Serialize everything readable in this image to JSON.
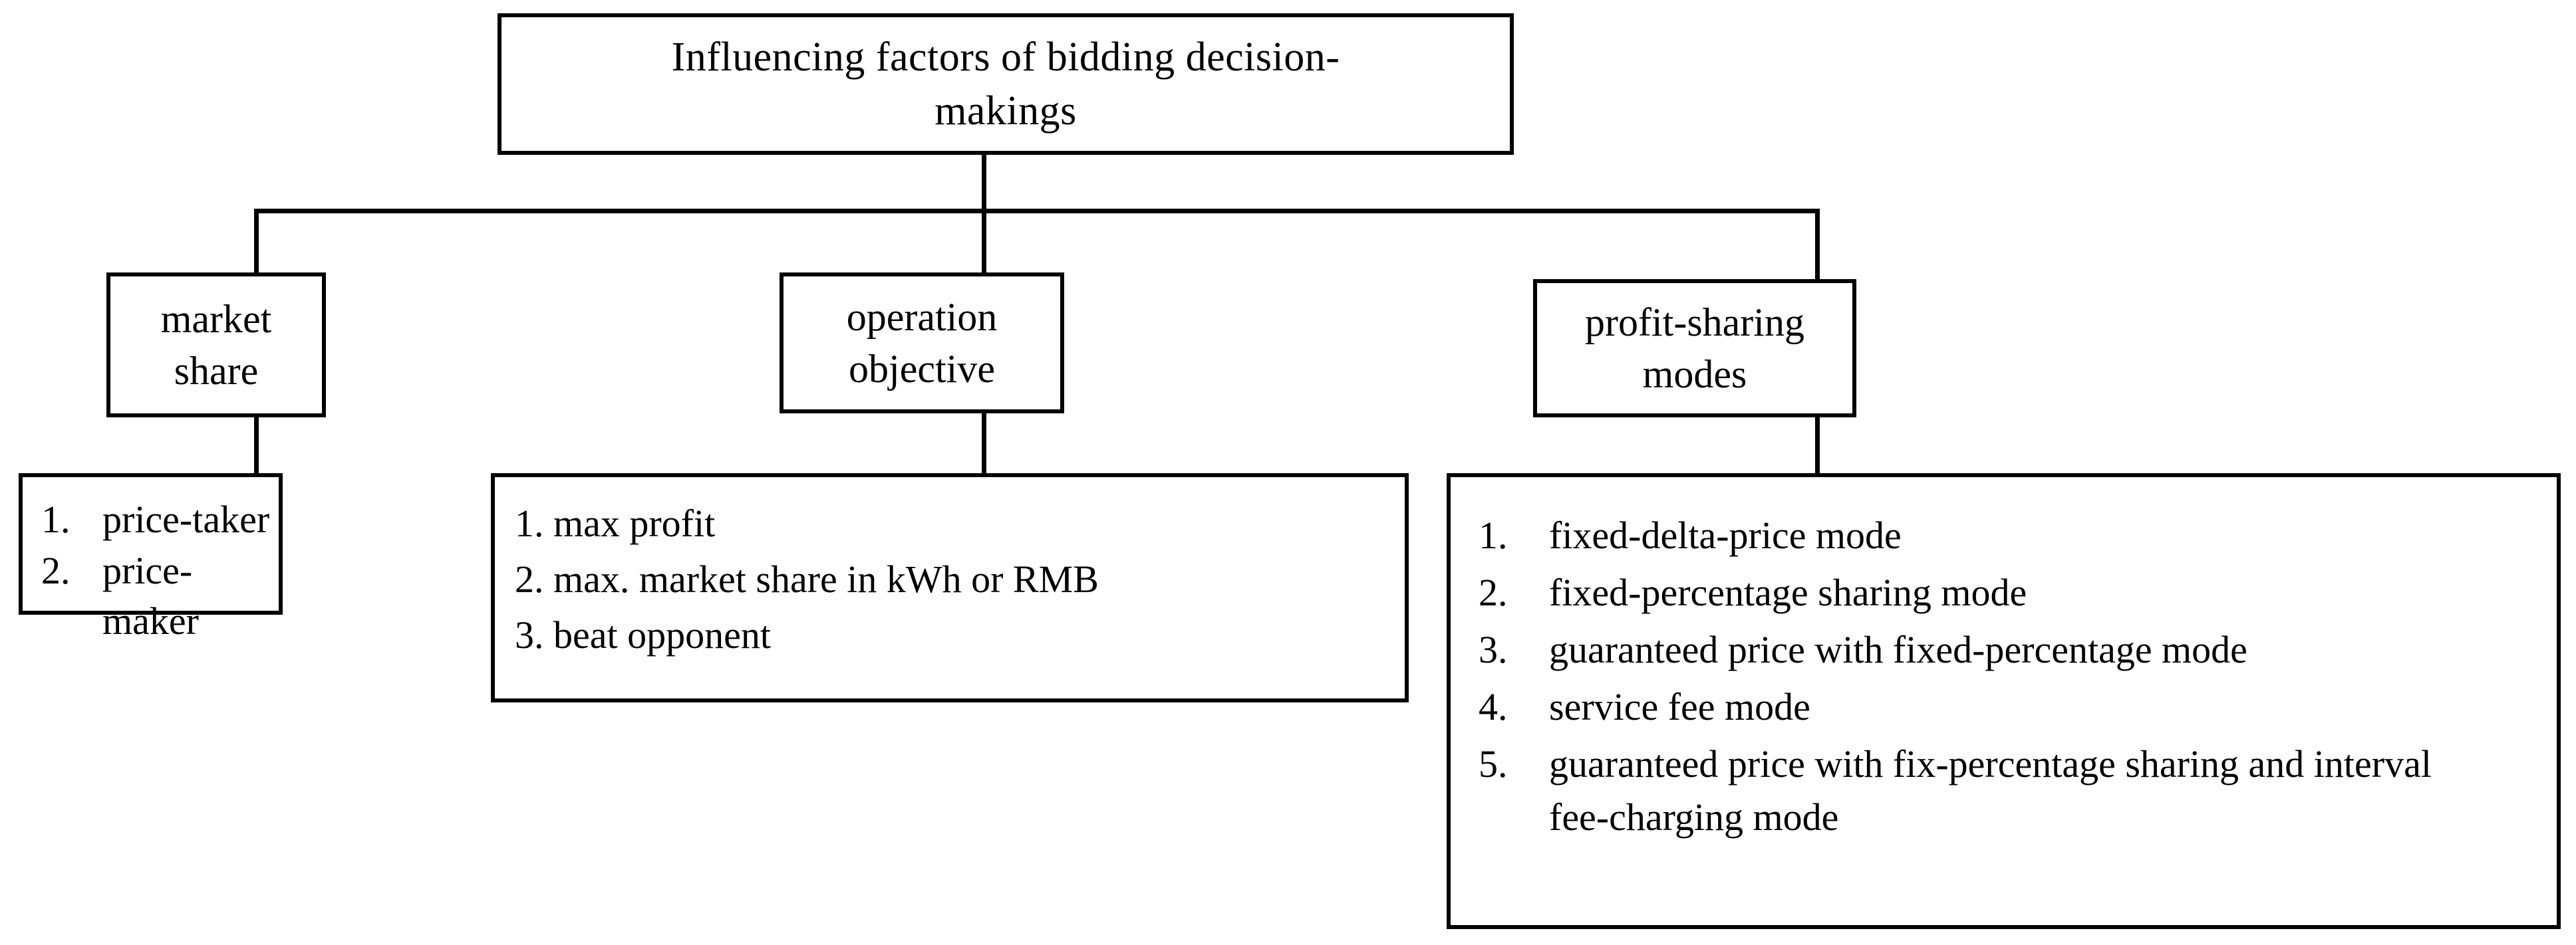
{
  "diagram": {
    "root": {
      "lines": [
        "Influencing  factors of bidding  decision-",
        "makings"
      ]
    },
    "branches": [
      {
        "id": "market-share",
        "title_lines": [
          "market",
          "share"
        ],
        "items": [
          {
            "num": "1.",
            "text": "price-taker"
          },
          {
            "num": "2.",
            "text": "price-maker"
          }
        ]
      },
      {
        "id": "operation-objective",
        "title_lines": [
          "operation",
          "objective"
        ],
        "items": [
          {
            "num": "1.",
            "text": "max profit"
          },
          {
            "num": "2.",
            "text": "max. market share in kWh or RMB"
          },
          {
            "num": "3.",
            "text": "beat opponent"
          }
        ]
      },
      {
        "id": "profit-sharing-modes",
        "title_lines": [
          "profit-sharing",
          "modes"
        ],
        "items": [
          {
            "num": "1.",
            "text": "fixed-delta-price  mode"
          },
          {
            "num": "2.",
            "text": "fixed-percentage  sharing mode"
          },
          {
            "num": "3.",
            "text": "guaranteed  price with fixed-percentage  mode"
          },
          {
            "num": "4.",
            "text": "service  fee mode"
          },
          {
            "num": "5.",
            "text": "guaranteed  price with fix-percentage  sharing and interval fee-charging  mode"
          }
        ]
      }
    ],
    "colors": {
      "stroke": "#000000",
      "background": "#ffffff",
      "text": "#000000"
    }
  }
}
